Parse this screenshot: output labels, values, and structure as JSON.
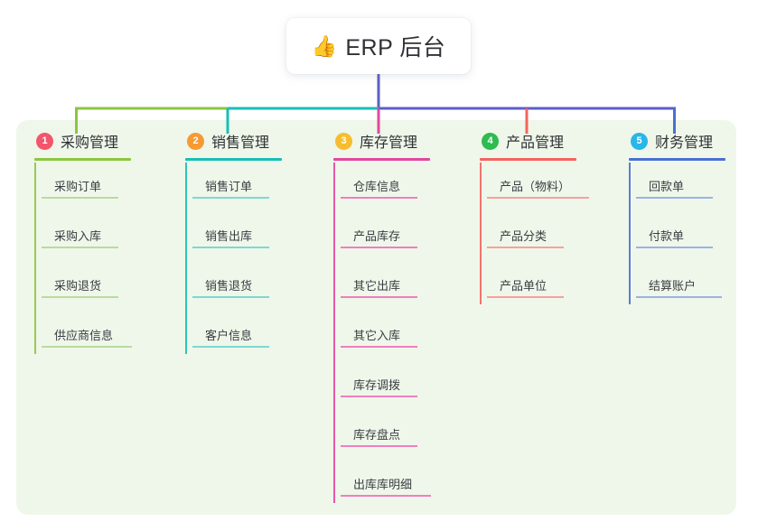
{
  "diagram": {
    "title": "ERP 后台 脑图",
    "root": {
      "label": "ERP 后台",
      "icon": "thumbs-up-emoji",
      "emoji": "👍"
    },
    "panel_color": "#eff7ea",
    "background_color": "#ffffff",
    "branches": [
      {
        "number": "1",
        "label": "采购管理",
        "badge_color": "#f4556b",
        "rule_color": "#8cc63f",
        "line_color": "#8cc63f",
        "leaf_rule_color": "#b9dba0",
        "items": [
          {
            "label": "采购订单"
          },
          {
            "label": "采购入库"
          },
          {
            "label": "采购退货"
          },
          {
            "label": "供应商信息"
          }
        ]
      },
      {
        "number": "2",
        "label": "销售管理",
        "badge_color": "#f79a33",
        "rule_color": "#17bfb6",
        "line_color": "#17bfb6",
        "leaf_rule_color": "#7ed8d2",
        "items": [
          {
            "label": "销售订单"
          },
          {
            "label": "销售出库"
          },
          {
            "label": "销售退货"
          },
          {
            "label": "客户信息"
          }
        ]
      },
      {
        "number": "3",
        "label": "库存管理",
        "badge_color": "#f7bd2e",
        "rule_color": "#e3479f",
        "line_color": "#e3479f",
        "leaf_rule_color": "#ef7fbe",
        "items": [
          {
            "label": "仓库信息"
          },
          {
            "label": "产品库存"
          },
          {
            "label": "其它出库"
          },
          {
            "label": "其它入库"
          },
          {
            "label": "库存调拨"
          },
          {
            "label": "库存盘点"
          },
          {
            "label": "出库库明细"
          }
        ]
      },
      {
        "number": "4",
        "label": "产品管理",
        "badge_color": "#2ebb4f",
        "rule_color": "#f4645f",
        "line_color": "#f4645f",
        "leaf_rule_color": "#f8a09c",
        "items": [
          {
            "label": "产品（物料）"
          },
          {
            "label": "产品分类"
          },
          {
            "label": "产品单位"
          }
        ]
      },
      {
        "number": "5",
        "label": "财务管理",
        "badge_color": "#29b6e8",
        "rule_color": "#4a6fd4",
        "line_color": "#4a6fd4",
        "leaf_rule_color": "#9cb2e4",
        "items": [
          {
            "label": "回款单"
          },
          {
            "label": "付款单"
          },
          {
            "label": "结算账户"
          }
        ]
      }
    ],
    "connector": {
      "trunk_color": "#5b5fc7",
      "bus_segments": [
        {
          "color": "#8cc63f"
        },
        {
          "color": "#17bfb6"
        },
        {
          "color": "#5b5fc7"
        }
      ]
    }
  }
}
